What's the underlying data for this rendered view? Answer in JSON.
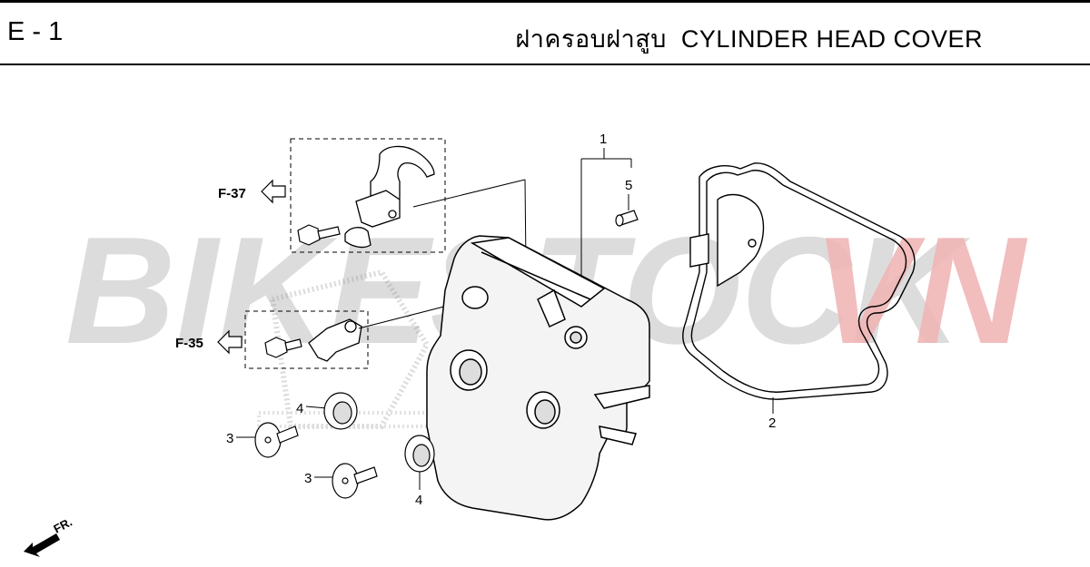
{
  "header": {
    "page_code": "E - 1",
    "title_thai": "ฝาครอบฝาสูบ",
    "title_english": "CYLINDER HEAD COVER"
  },
  "watermark": {
    "text_primary": "BIKESTOCK",
    "text_accent": "VN",
    "color_primary": "#d6d6d6",
    "color_accent": "#f0b6b6"
  },
  "diagram": {
    "references": [
      {
        "label": "F-37"
      },
      {
        "label": "F-35"
      }
    ],
    "callouts": {
      "part_1": "1",
      "part_2": "2",
      "part_3a": "3",
      "part_3b": "3",
      "part_4a": "4",
      "part_4b": "4",
      "part_5": "5"
    },
    "front_indicator": "FR."
  }
}
